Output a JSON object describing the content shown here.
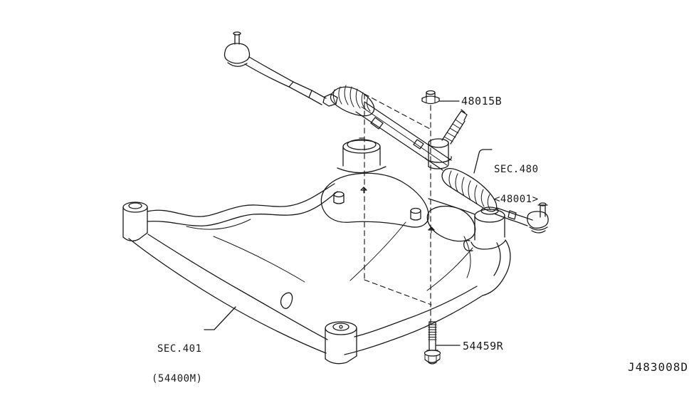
{
  "diagram": {
    "drawing_number": "J483008D",
    "line_color": "#1a1a1a",
    "background_color": "#ffffff"
  },
  "parts": {
    "nut": {
      "label": "48015B"
    },
    "steering_gear": {
      "section": "SEC.480",
      "ref": "<48001>"
    },
    "suspension_member": {
      "section": "SEC.401",
      "ref": "(54400M)"
    },
    "bolt": {
      "label": "54459R"
    }
  }
}
